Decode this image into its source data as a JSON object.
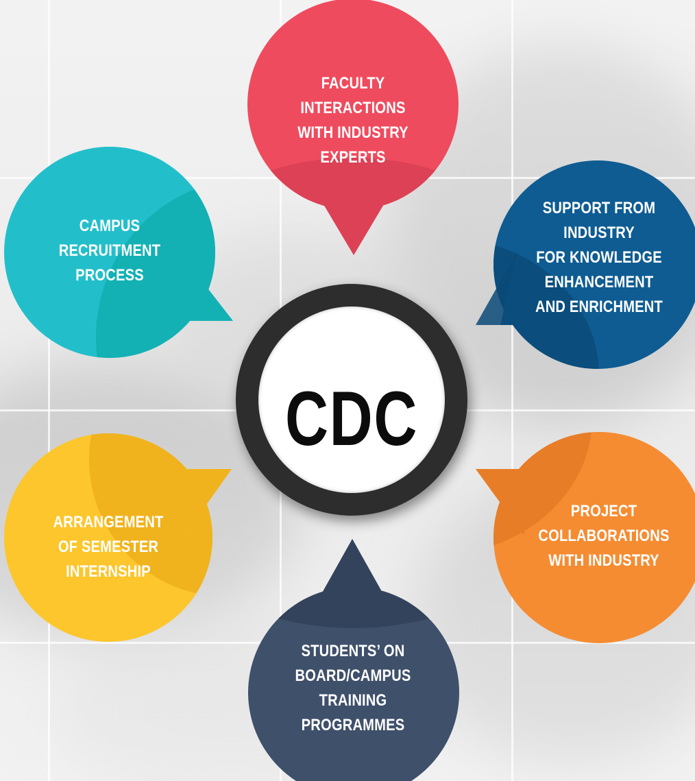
{
  "center": {
    "title": "CDC"
  },
  "bubbles": [
    {
      "key": "faculty",
      "lines": [
        "FACULTY",
        "INTERACTIONS",
        "WITH INDUSTRY",
        "EXPERTS"
      ],
      "color": "#ef4b5e",
      "shade": "#d93f55"
    },
    {
      "key": "support",
      "lines": [
        "SUPPORT FROM",
        "INDUSTRY",
        "FOR KNOWLEDGE",
        "ENHANCEMENT",
        "AND ENRICHMENT"
      ],
      "color": "#0f5c92",
      "shade": "#0b4a78"
    },
    {
      "key": "project",
      "lines": [
        "PROJECT",
        "COLLABORATIONS",
        "WITH INDUSTRY"
      ],
      "color": "#f58c32",
      "shade": "#e47a26"
    },
    {
      "key": "students",
      "lines": [
        "STUDENTS’ ON",
        "BOARD/CAMPUS",
        "TRAINING",
        "PROGRAMMES"
      ],
      "color": "#3f506b",
      "shade": "#324159"
    },
    {
      "key": "internship",
      "lines": [
        "ARRANGEMENT",
        "OF SEMESTER",
        "INTERNSHIP"
      ],
      "color": "#fcc62c",
      "shade": "#edaf1c"
    },
    {
      "key": "recruitment",
      "lines": [
        "CAMPUS",
        "RECRUITMENT",
        "PROCESS"
      ],
      "color": "#22bfcb",
      "shade": "#10aeb0"
    }
  ]
}
